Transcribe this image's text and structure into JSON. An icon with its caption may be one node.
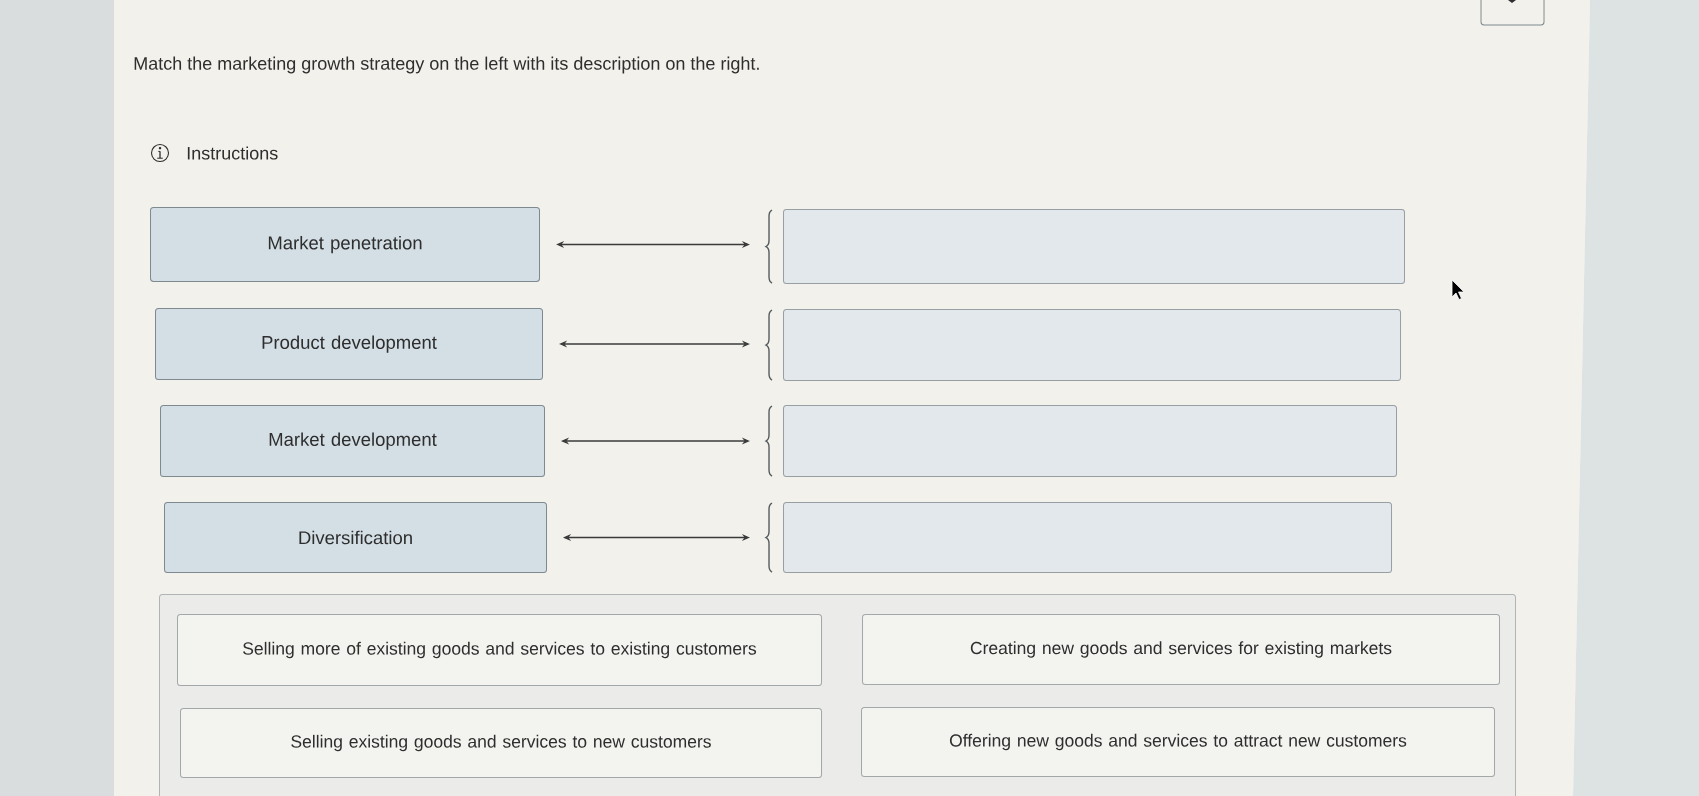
{
  "diagram": {
    "title": "Match the marketing growth strategy on the left with its description on the right.",
    "nodes": [
      {
        "text": [
          "Market penetration"
        ]
      },
      {
        "text": [
          "Product development"
        ]
      },
      {
        "text": [
          "Market development"
        ]
      },
      {
        "text": [
          "Diversification"
        ]
      },
      {
        "text": [],
        "shape": "box"
      },
      {
        "text": [],
        "shape": "box"
      },
      {
        "text": [],
        "shape": "box"
      },
      {
        "text": [],
        "shape": "box"
      },
      {
        "text": [],
        "shape": "box"
      },
      {
        "text": [
          "Selling more of existing goods and services to existing customers"
        ],
        "in": 8
      },
      {
        "text": [
          "Creating new goods and services for existing markets"
        ],
        "in": 8
      },
      {
        "text": [
          "Selling existing goods and services to new customers"
        ],
        "in": 8
      },
      {
        "text": [
          "Offering new goods and services to attract new customers"
        ],
        "in": 8
      }
    ],
    "edges": [
      {
        "from": 0,
        "to": 4,
        "arrow": "both"
      },
      {
        "from": 1,
        "to": 5,
        "arrow": "both"
      },
      {
        "from": 2,
        "to": 6,
        "arrow": "both"
      },
      {
        "from": 3,
        "to": 7,
        "arrow": "both"
      }
    ],
    "labels": [
      "Instructions"
    ]
  }
}
